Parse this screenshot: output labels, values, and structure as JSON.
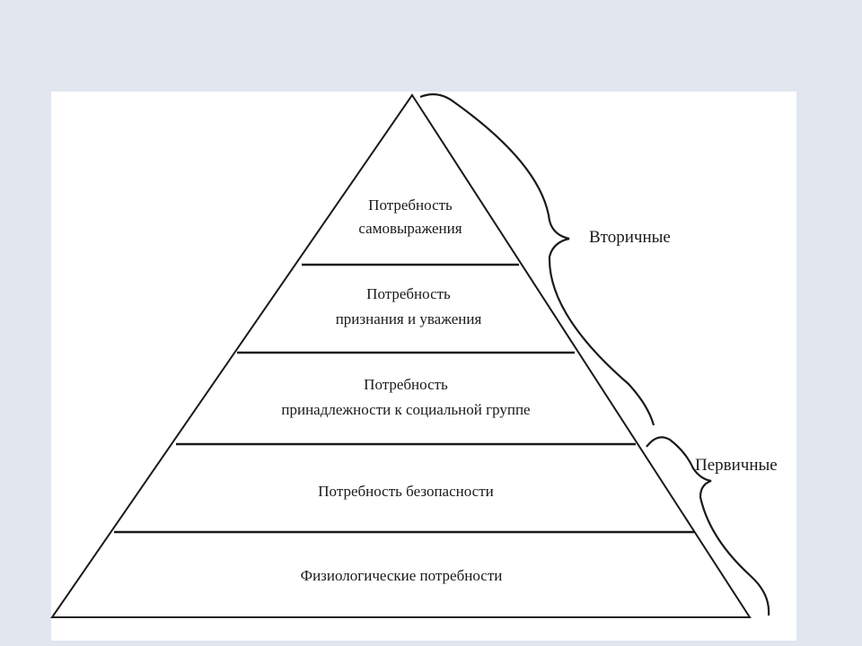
{
  "diagram": {
    "levels": [
      {
        "line1": "Потребность",
        "line2": "самовыражения"
      },
      {
        "line1": "Потребность",
        "line2": "признания и уважения"
      },
      {
        "line1": "Потребность",
        "line2": "принадлежности к социальной группе"
      },
      {
        "line1": "Потребность безопасности",
        "line2": ""
      },
      {
        "line1": "Физиологические потребности",
        "line2": ""
      }
    ],
    "groups": {
      "secondary": "Вторичные",
      "primary": "Первичные"
    }
  }
}
